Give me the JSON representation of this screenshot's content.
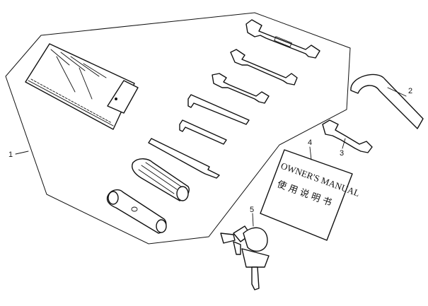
{
  "callouts": [
    "1",
    "2",
    "3",
    "4",
    "5"
  ],
  "manual": {
    "title": "OWNER'S MANUAL",
    "subtitle_cn": "使用说明书"
  }
}
